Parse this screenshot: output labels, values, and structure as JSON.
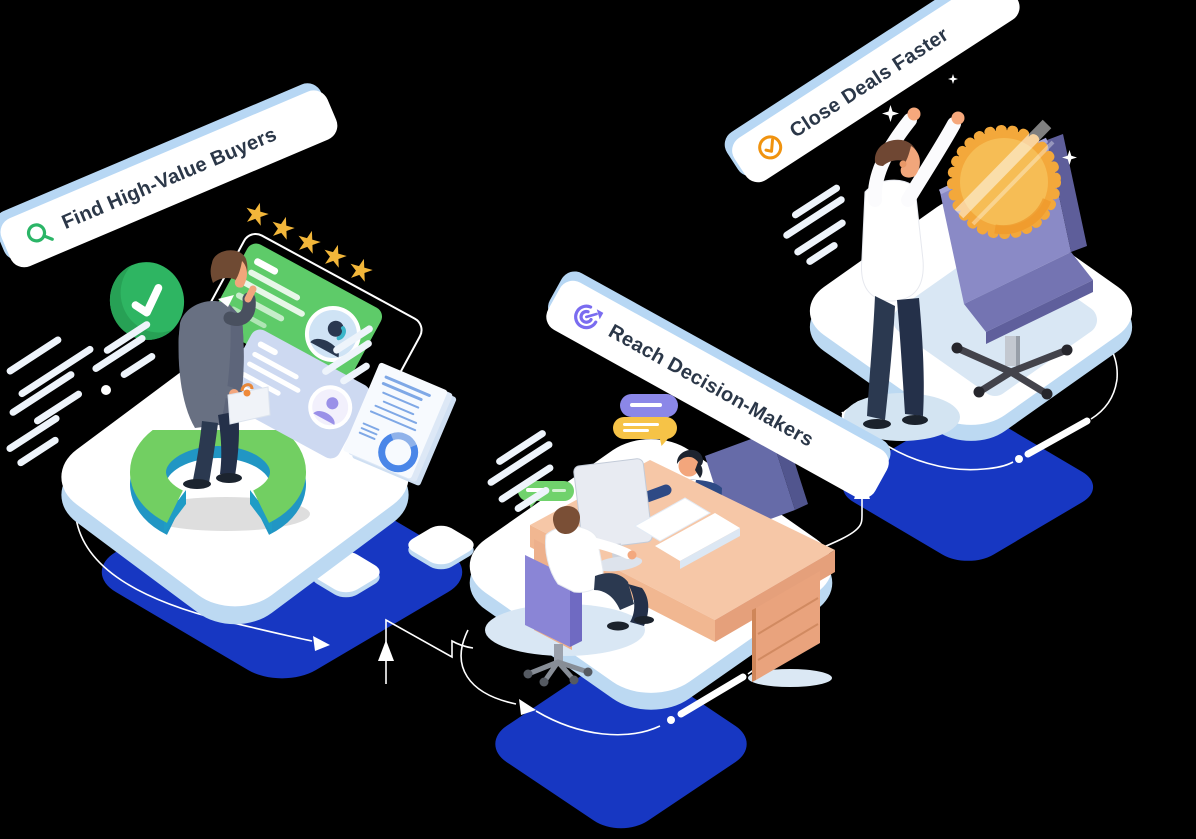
{
  "illustration": {
    "background": "#000000",
    "steps": [
      {
        "id": "step-1",
        "label": "Find High-Value Buyers",
        "icon": "search-icon",
        "icon_color": "#2bb567"
      },
      {
        "id": "step-2",
        "label": "Reach Decision-Makers",
        "icon": "target-arrow-icon",
        "icon_color": "#7a6cf0"
      },
      {
        "id": "step-3",
        "label": "Close Deals Faster",
        "icon": "check-circle-icon",
        "icon_color": "#f0930f"
      }
    ],
    "decor": {
      "star_glyph": "★",
      "rating_count": 5
    },
    "palette": {
      "platform_top": "#ffffff",
      "platform_edge": "#bcd9f2",
      "shadow_platform": "#1737c2",
      "banner_edge": "#b7d7f4",
      "banner_text": "#2b3748",
      "chart_green": "#72cf62",
      "chart_teal": "#1f9cc6",
      "star_gold": "#f2b63a",
      "bubble_purple": "#8b87e8",
      "bubble_yellow": "#f6c347",
      "bubble_green": "#70d26c",
      "desk_wood": "#f6c7a7",
      "medal_gold": "#f3a83b",
      "connector_line": "#ffffff"
    }
  }
}
